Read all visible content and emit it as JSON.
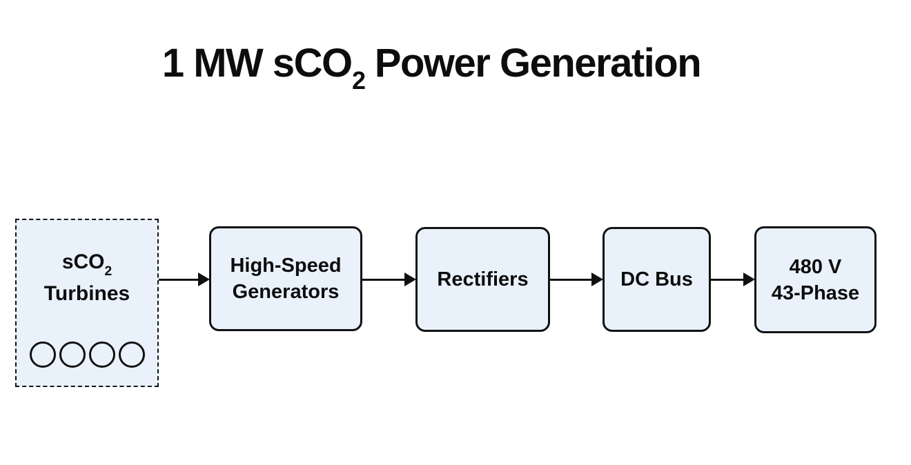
{
  "title": {
    "pre": "1 MW sCO",
    "sub": "2",
    "post": " Power Generation"
  },
  "colors": {
    "background": "#ffffff",
    "node_fill": "#e9f1fb",
    "node_border": "#111111",
    "text": "#0d0d0d"
  },
  "nodes": {
    "turbines": {
      "line1_base": "sCO",
      "line1_sub": "2",
      "line2": "Turbines",
      "unit_count": 4,
      "border_style": "dashed"
    },
    "generators": {
      "line1": "High-Speed",
      "line2": "Generators"
    },
    "rectifiers": {
      "label": "Rectifiers"
    },
    "dc_bus": {
      "label": "DC Bus"
    },
    "output": {
      "line1": "480 V",
      "line2": "43-Phase"
    }
  },
  "flow": [
    {
      "from": "sCO2 Turbines",
      "to": "High-Speed Generators"
    },
    {
      "from": "High-Speed Generators",
      "to": "Rectifiers"
    },
    {
      "from": "Rectifiers",
      "to": "DC Bus"
    },
    {
      "from": "DC Bus",
      "to": "480 V 43-Phase"
    }
  ]
}
